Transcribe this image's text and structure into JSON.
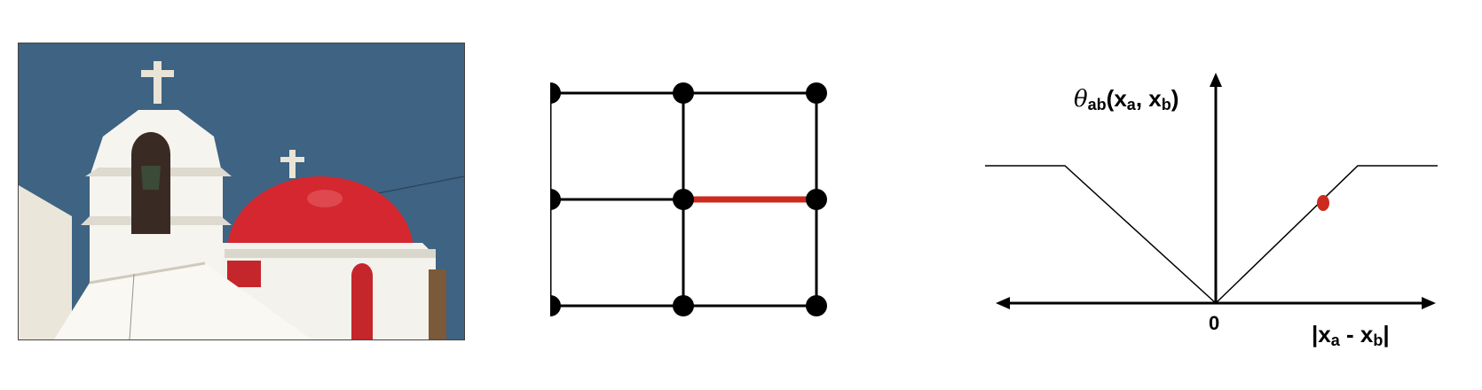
{
  "photo": {
    "subject": "white chapel with red dome against blue sky",
    "colors": {
      "sky": "#3f6585",
      "dome": "#d4272f",
      "wall": "#f2f0ea"
    }
  },
  "grid": {
    "rows": 3,
    "cols": 3,
    "node_color": "#000000",
    "edge_color": "#000000",
    "highlighted_edge": {
      "from": [
        1,
        1
      ],
      "to": [
        1,
        2
      ],
      "color": "#cc2a1e"
    }
  },
  "plot": {
    "y_label": {
      "theta": "θ",
      "ab": "ab",
      "open": "(x",
      "a": "a",
      "sep": ", x",
      "b": "b",
      "close": ")"
    },
    "origin_label": "0",
    "x_label": {
      "bar_x": "|x",
      "a": "a",
      "minus": " - x",
      "b": "b",
      "bar": "|"
    },
    "marker_color": "#cc2a1e"
  }
}
